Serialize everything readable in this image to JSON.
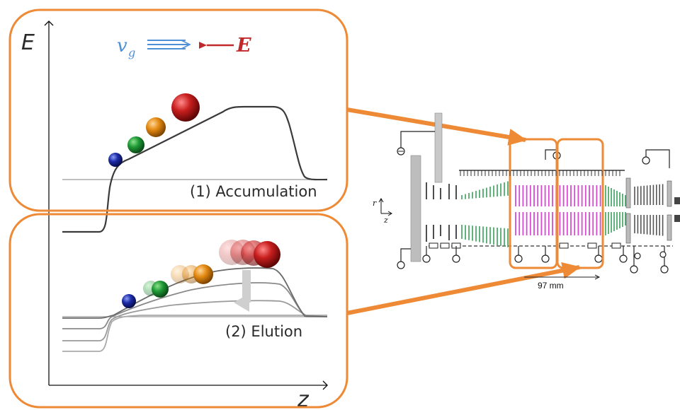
{
  "figure": {
    "axes": {
      "y_label": "E",
      "x_label": "z"
    },
    "legend": {
      "vg_symbol": "v",
      "vg_subscript": "g",
      "field_symbol": "E"
    },
    "panels": [
      {
        "label": "(1) Accumulation"
      },
      {
        "label": "(2) Elution"
      }
    ],
    "instrument": {
      "axis_r": "r",
      "axis_z": "z",
      "scale_label": "97 mm"
    },
    "colors": {
      "highlight": "#ee8a35",
      "vg_arrow": "#4f8fd6",
      "field_arrow": "#c0282b",
      "curve": "#3a3a3a",
      "green_electrodes": "#3aa05a",
      "magenta_electrodes": "#d64ad2"
    }
  }
}
